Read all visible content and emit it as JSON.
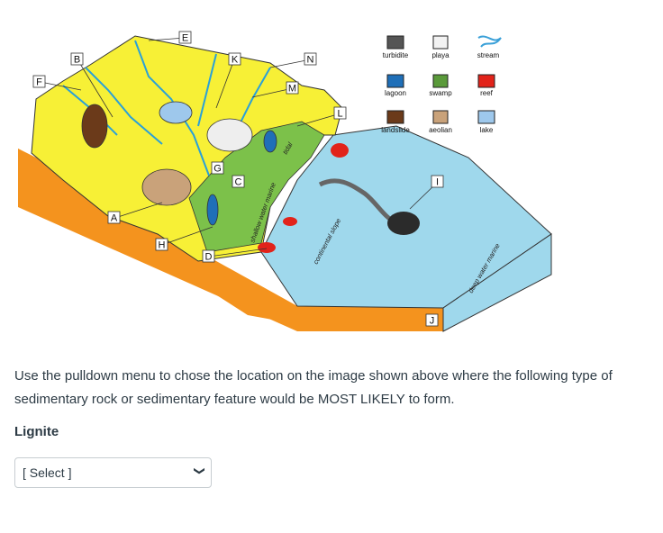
{
  "figure": {
    "location_labels": [
      "A",
      "B",
      "C",
      "D",
      "E",
      "F",
      "G",
      "H",
      "I",
      "J",
      "K",
      "L",
      "M",
      "N"
    ],
    "legend": [
      {
        "label": "turbidite",
        "color": "#555555"
      },
      {
        "label": "playa",
        "color": "#f2f2f2"
      },
      {
        "label": "stream",
        "color": "#3aa0d8"
      },
      {
        "label": "lagoon",
        "color": "#1f6fb8"
      },
      {
        "label": "swamp",
        "color": "#5a9a3a"
      },
      {
        "label": "reef",
        "color": "#e2231a"
      },
      {
        "label": "landslide",
        "color": "#6b3a1a"
      },
      {
        "label": "aeolian",
        "color": "#c9a27a"
      },
      {
        "label": "lake",
        "color": "#9ec8ec"
      }
    ],
    "environment_labels": {
      "tidal": "tidal",
      "shallow_water_marine": "shallow water marine",
      "continental_slope": "continental slope",
      "deep_water_marine": "deep water marine"
    }
  },
  "question": {
    "prompt": "Use the pulldown menu to chose the location on the image shown above where the following type of sedimentary rock or sedimentary feature would be MOST LIKELY to form.",
    "term": "Lignite",
    "select_value": "[ Select ]"
  }
}
